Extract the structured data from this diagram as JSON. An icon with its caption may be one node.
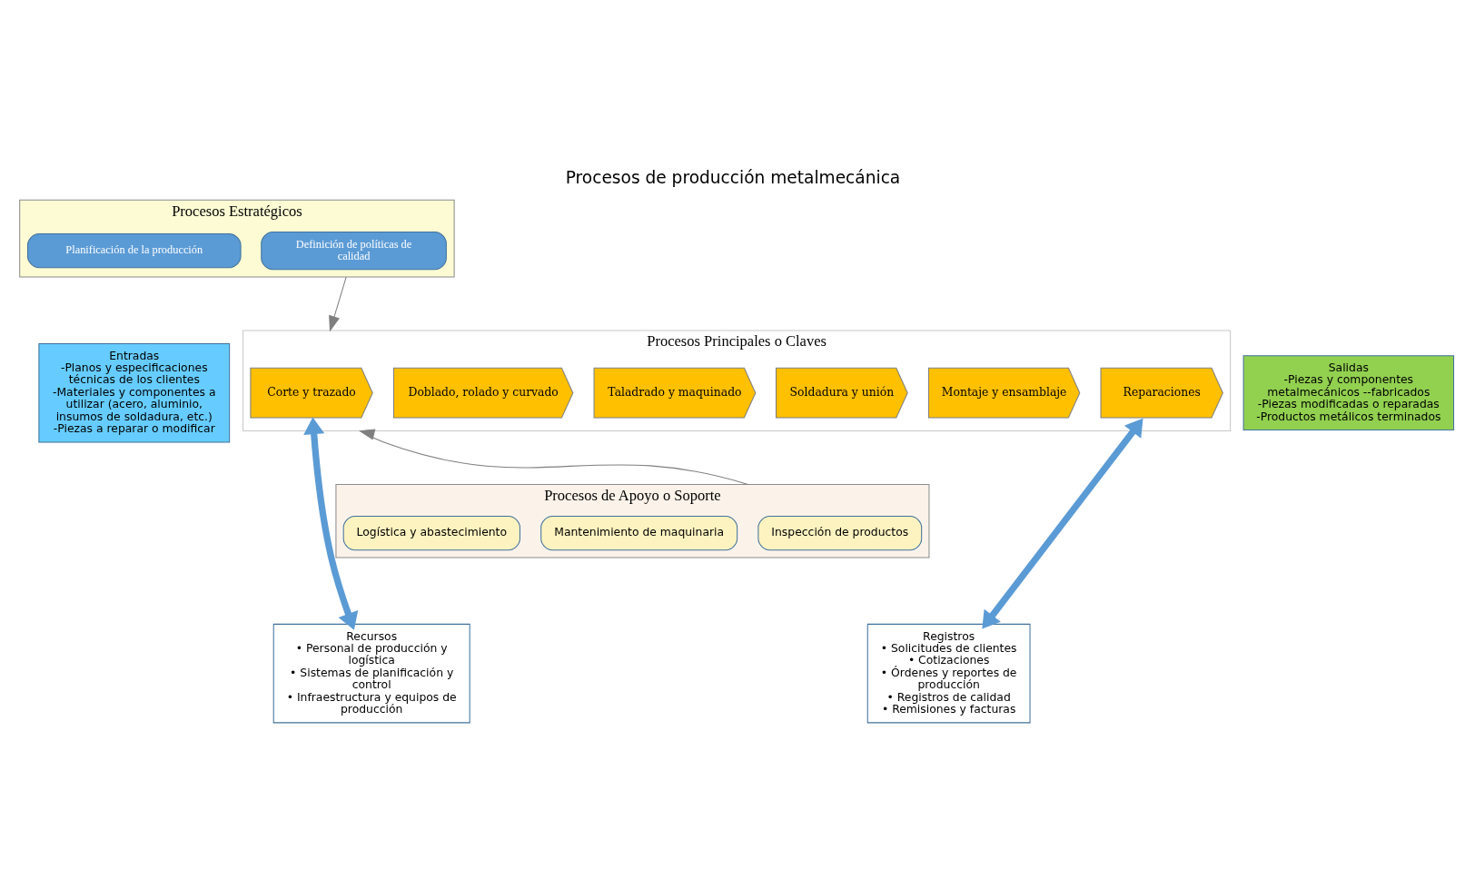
{
  "diagram": {
    "title": "Procesos de producción metalmecánica",
    "nodes": [
      {
        "text": [
          "Procesos Estratégicos"
        ]
      },
      {
        "text": [
          "Planificación de la producción"
        ],
        "in": 0
      },
      {
        "text": [
          "Definición de políticas de calidad"
        ],
        "in": 0
      },
      {
        "text": [
          "Entradas",
          "-Planos y especificaciones técnicas de los clientes",
          "-Materiales y componentes a utilizar (acero, aluminio, insumos de soldadura, etc.)",
          "-Piezas a reparar o modificar"
        ]
      },
      {
        "text": [
          "Procesos Principales o Claves"
        ]
      },
      {
        "text": [
          "Corte y trazado"
        ],
        "in": 4
      },
      {
        "text": [
          "Doblado, rolado y curvado"
        ],
        "in": 4
      },
      {
        "text": [
          "Taladrado y maquinado"
        ],
        "in": 4
      },
      {
        "text": [
          "Soldadura y unión"
        ],
        "in": 4
      },
      {
        "text": [
          "Montaje y ensamblaje"
        ],
        "in": 4
      },
      {
        "text": [
          "Reparaciones"
        ],
        "in": 4
      },
      {
        "text": [
          "Salidas",
          "-Piezas y componentes metalmecánicos --fabricados",
          "-Piezas modificadas o reparadas",
          "-Productos metálicos terminados"
        ]
      },
      {
        "text": [
          "Procesos de Apoyo o Soporte"
        ]
      },
      {
        "text": [
          "Logística y abastecimiento"
        ],
        "in": 12
      },
      {
        "text": [
          "Mantenimiento de maquinaria"
        ],
        "in": 12
      },
      {
        "text": [
          "Inspección de productos"
        ],
        "in": 12
      },
      {
        "text": [
          "Recursos",
          "• Personal de producción y logística",
          "• Sistemas de planificación y control",
          "• Infraestructura y equipos de producción"
        ]
      },
      {
        "text": [
          "Registros",
          "• Solicitudes de clientes",
          "• Cotizaciones",
          "• Órdenes y reportes de producción",
          "• Registros de calidad",
          "• Remisiones y facturas"
        ]
      }
    ],
    "edges": [
      {
        "from": 0,
        "to": 4,
        "arrow": "to"
      },
      {
        "from": 12,
        "to": 4,
        "arrow": "to"
      },
      {
        "from": 16,
        "to": 5,
        "arrow": "both",
        "style": "thick",
        "color": "#5b9bd5"
      },
      {
        "from": 17,
        "to": 10,
        "arrow": "both",
        "style": "thick",
        "color": "#5b9bd5"
      }
    ]
  }
}
